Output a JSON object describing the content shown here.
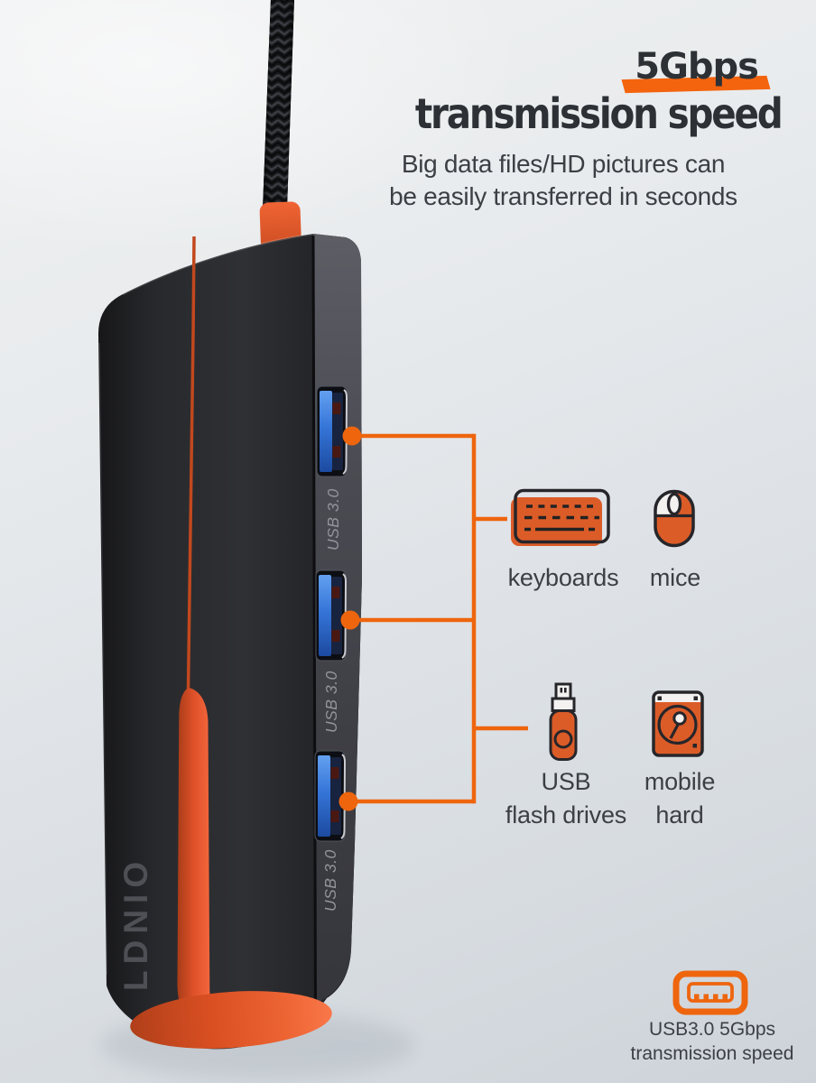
{
  "headline": {
    "accent": "5Gbps",
    "title": "transmission speed",
    "subtitle_line1": "Big data files/HD pictures can",
    "subtitle_line2": "be easily transferred in seconds"
  },
  "device": {
    "brand": "LDNIO",
    "port_labels": [
      "USB 3.0",
      "USB 3.0",
      "USB 3.0"
    ]
  },
  "callouts": {
    "peripherals": {
      "keyboard_label": "keyboards",
      "mouse_label": "mice"
    },
    "storage": {
      "flash_label_line1": "USB",
      "flash_label_line2": "flash drives",
      "hdd_label_line1": "mobile",
      "hdd_label_line2": "hard"
    }
  },
  "badge": {
    "line1": "USB3.0 5Gbps",
    "line2": "transmission speed"
  },
  "colors": {
    "accent_orange": "#EE650E",
    "bar_orange": "#F4640E",
    "icon_orange": "#DC5C28",
    "stripe_orange": "#E8562A",
    "heading_dark": "#2D3135",
    "body_gray": "#3C4045",
    "usb_blue": "#3B79D9",
    "background": "#E2E6EA"
  }
}
